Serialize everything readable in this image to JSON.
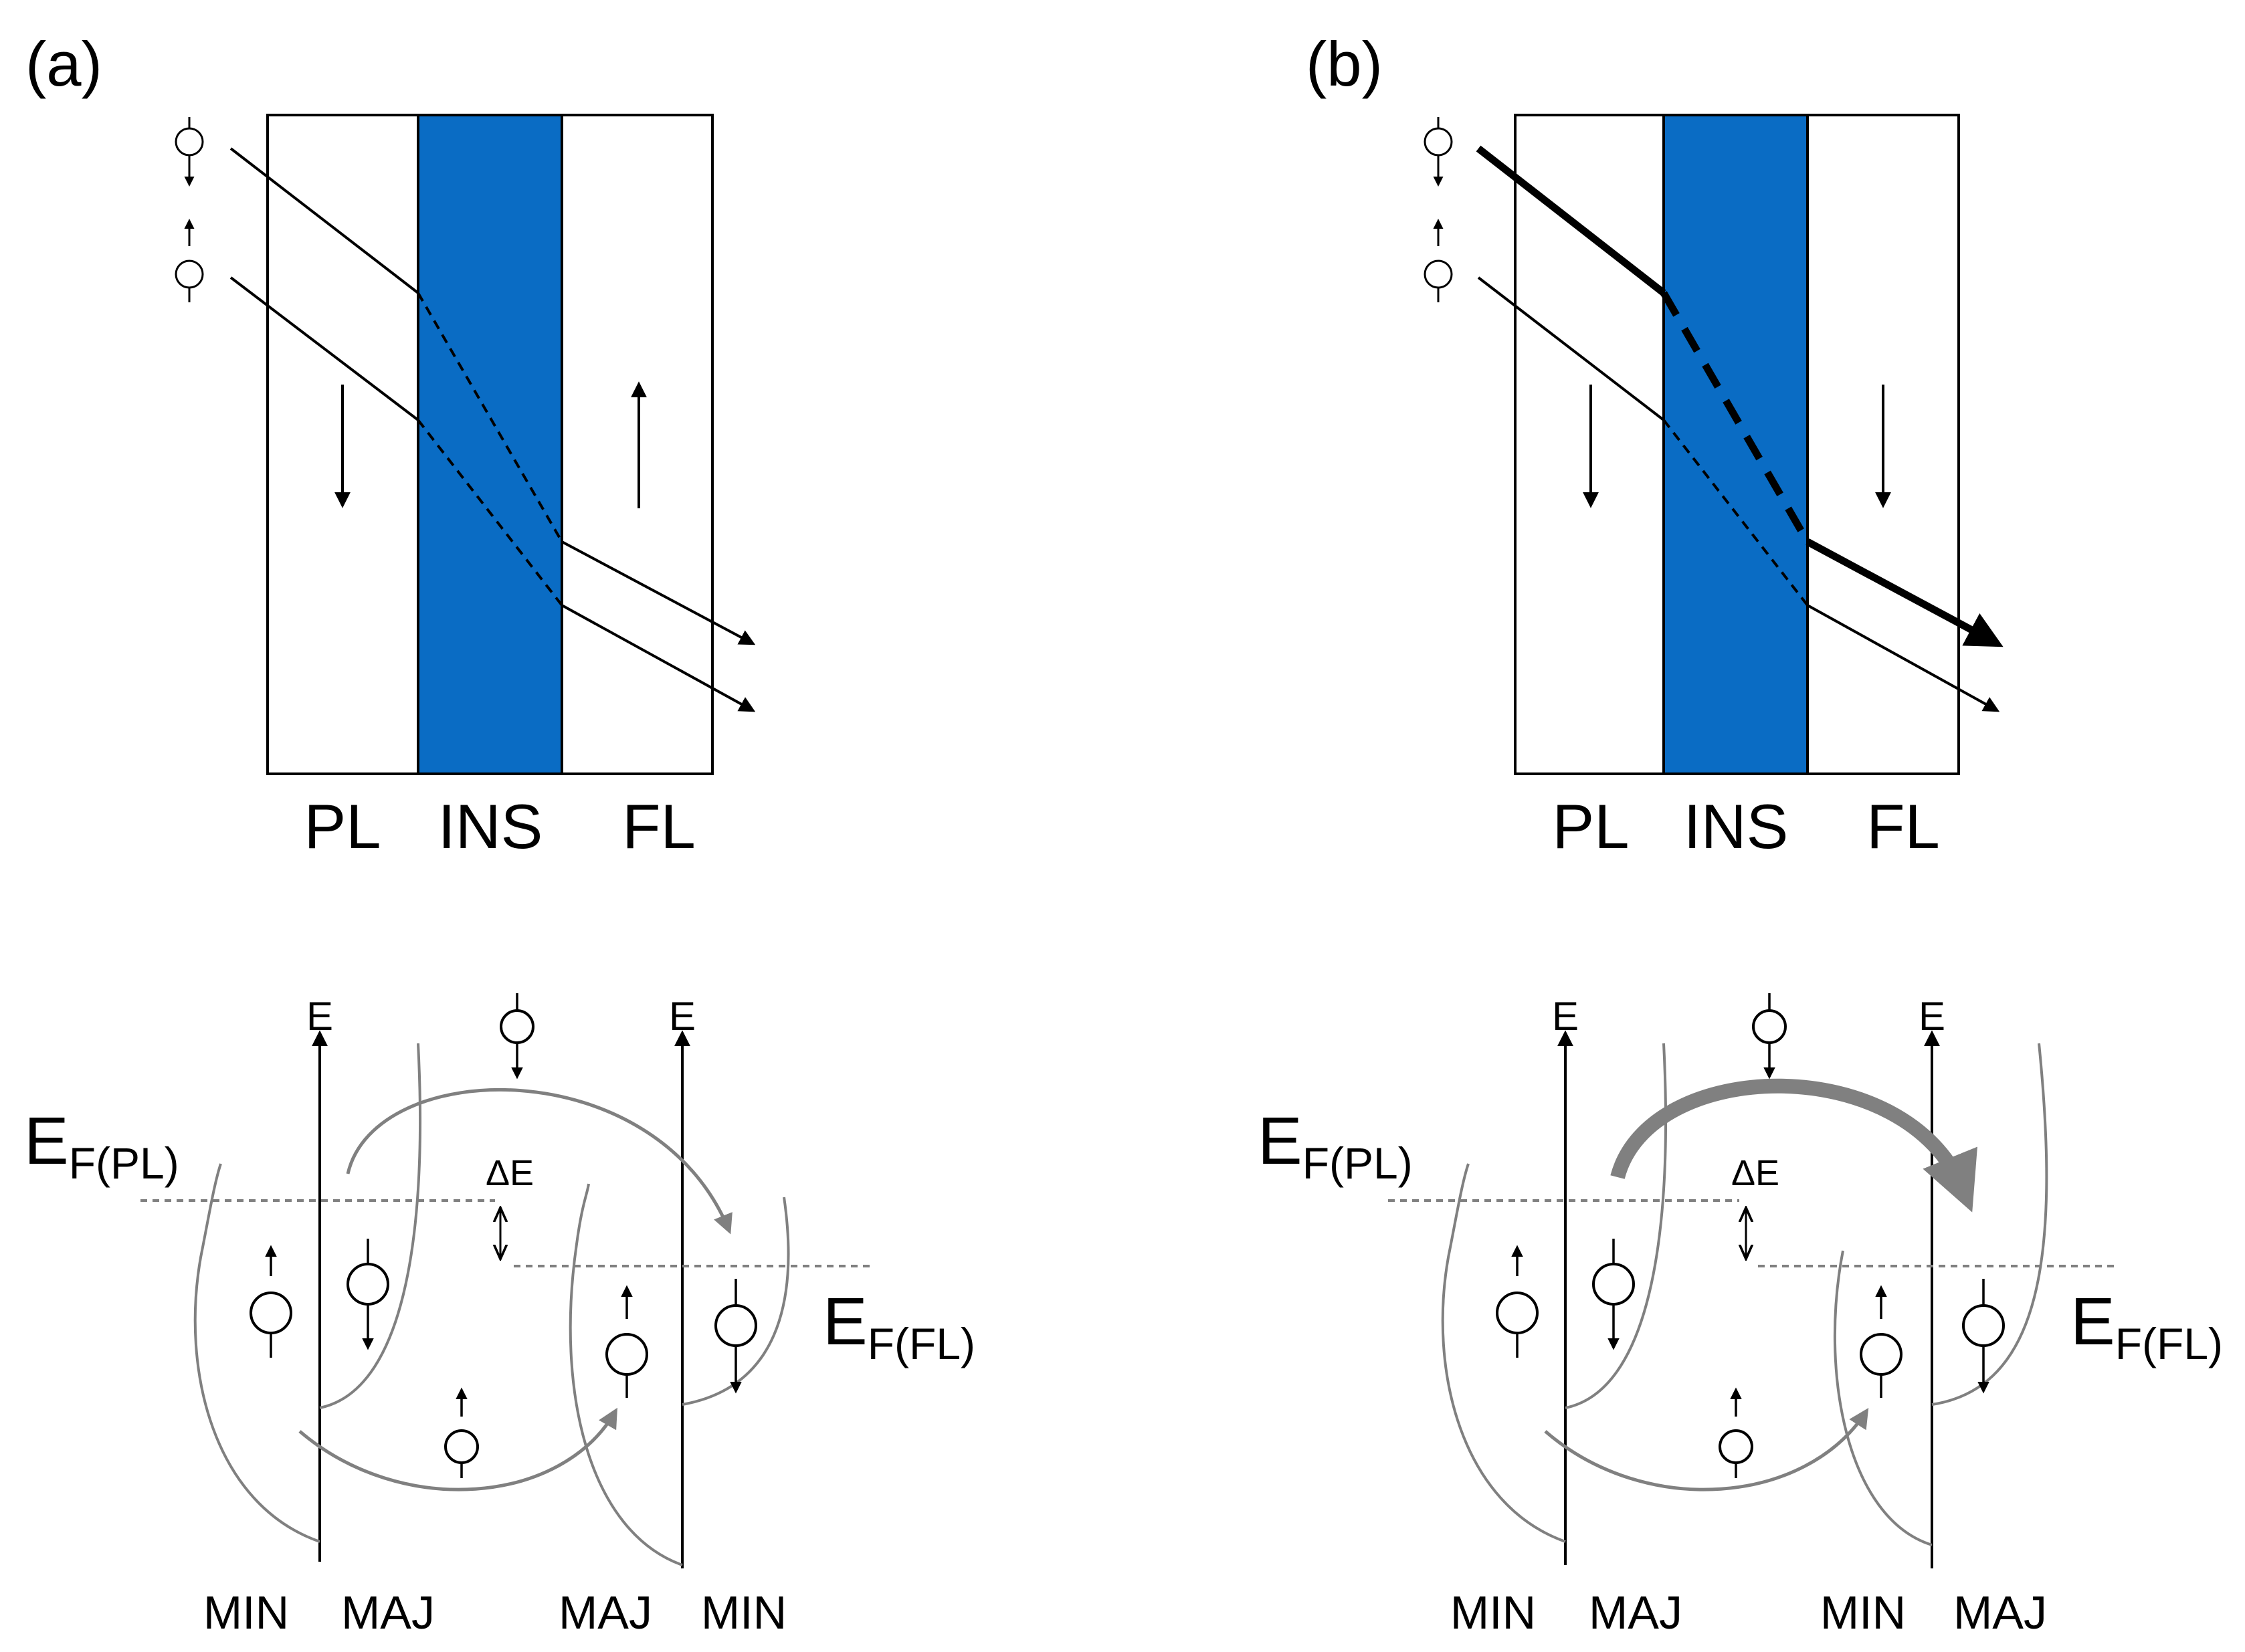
{
  "panels": [
    {
      "label": "(a)",
      "layers": [
        "PL",
        "INS",
        "FL"
      ],
      "energy_axis_label": "E",
      "fermi_left": {
        "main": "E",
        "sub": "F(PL)"
      },
      "fermi_right": {
        "main": "E",
        "sub": "F(FL)"
      },
      "delta_label": "ΔE",
      "band_labels": [
        "MIN",
        "MAJ",
        "MAJ",
        "MIN"
      ]
    },
    {
      "label": "(b)",
      "layers": [
        "PL",
        "INS",
        "FL"
      ],
      "energy_axis_label": "E",
      "fermi_left": {
        "main": "E",
        "sub": "F(PL)"
      },
      "fermi_right": {
        "main": "E",
        "sub": "F(FL)"
      },
      "delta_label": "ΔE",
      "band_labels": [
        "MIN",
        "MAJ",
        "MIN",
        "MAJ"
      ]
    }
  ],
  "colors": {
    "insulator": "#0a6cc4",
    "line": "#000000",
    "gray": "#808080"
  }
}
